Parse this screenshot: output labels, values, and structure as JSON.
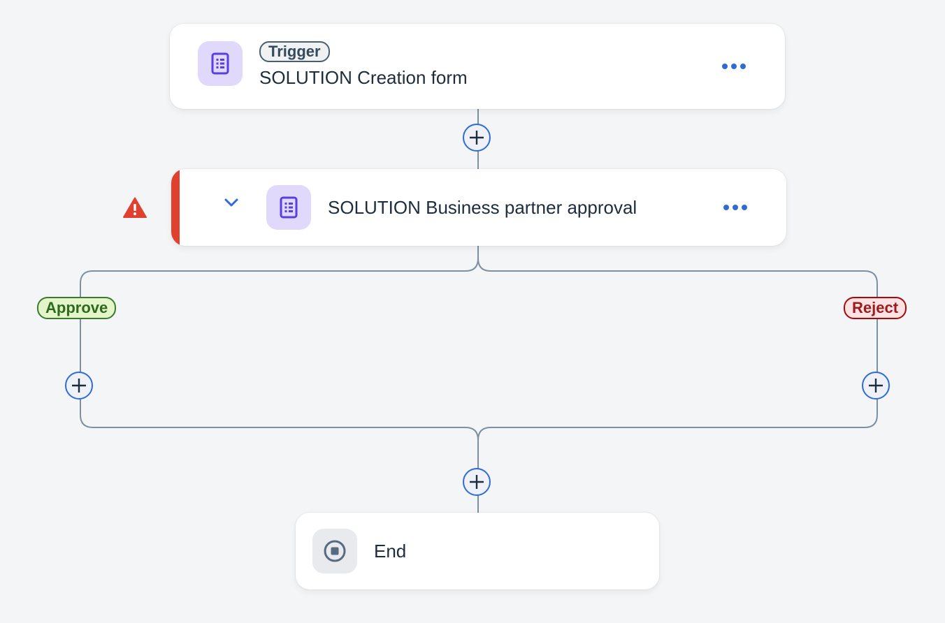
{
  "trigger_node": {
    "badge": "Trigger",
    "title": "SOLUTION Creation form",
    "icon": "form-icon"
  },
  "approval_node": {
    "title": "SOLUTION Business partner approval",
    "icon": "form-icon",
    "status": "error"
  },
  "branches": {
    "approve_label": "Approve",
    "reject_label": "Reject"
  },
  "end_node": {
    "title": "End",
    "icon": "stop-icon"
  },
  "colors": {
    "accent": "#2f6bd8",
    "error": "#e0412f",
    "approve": "#3b7a2e",
    "reject": "#aa0808",
    "icon_purple": "#5b3de0"
  }
}
